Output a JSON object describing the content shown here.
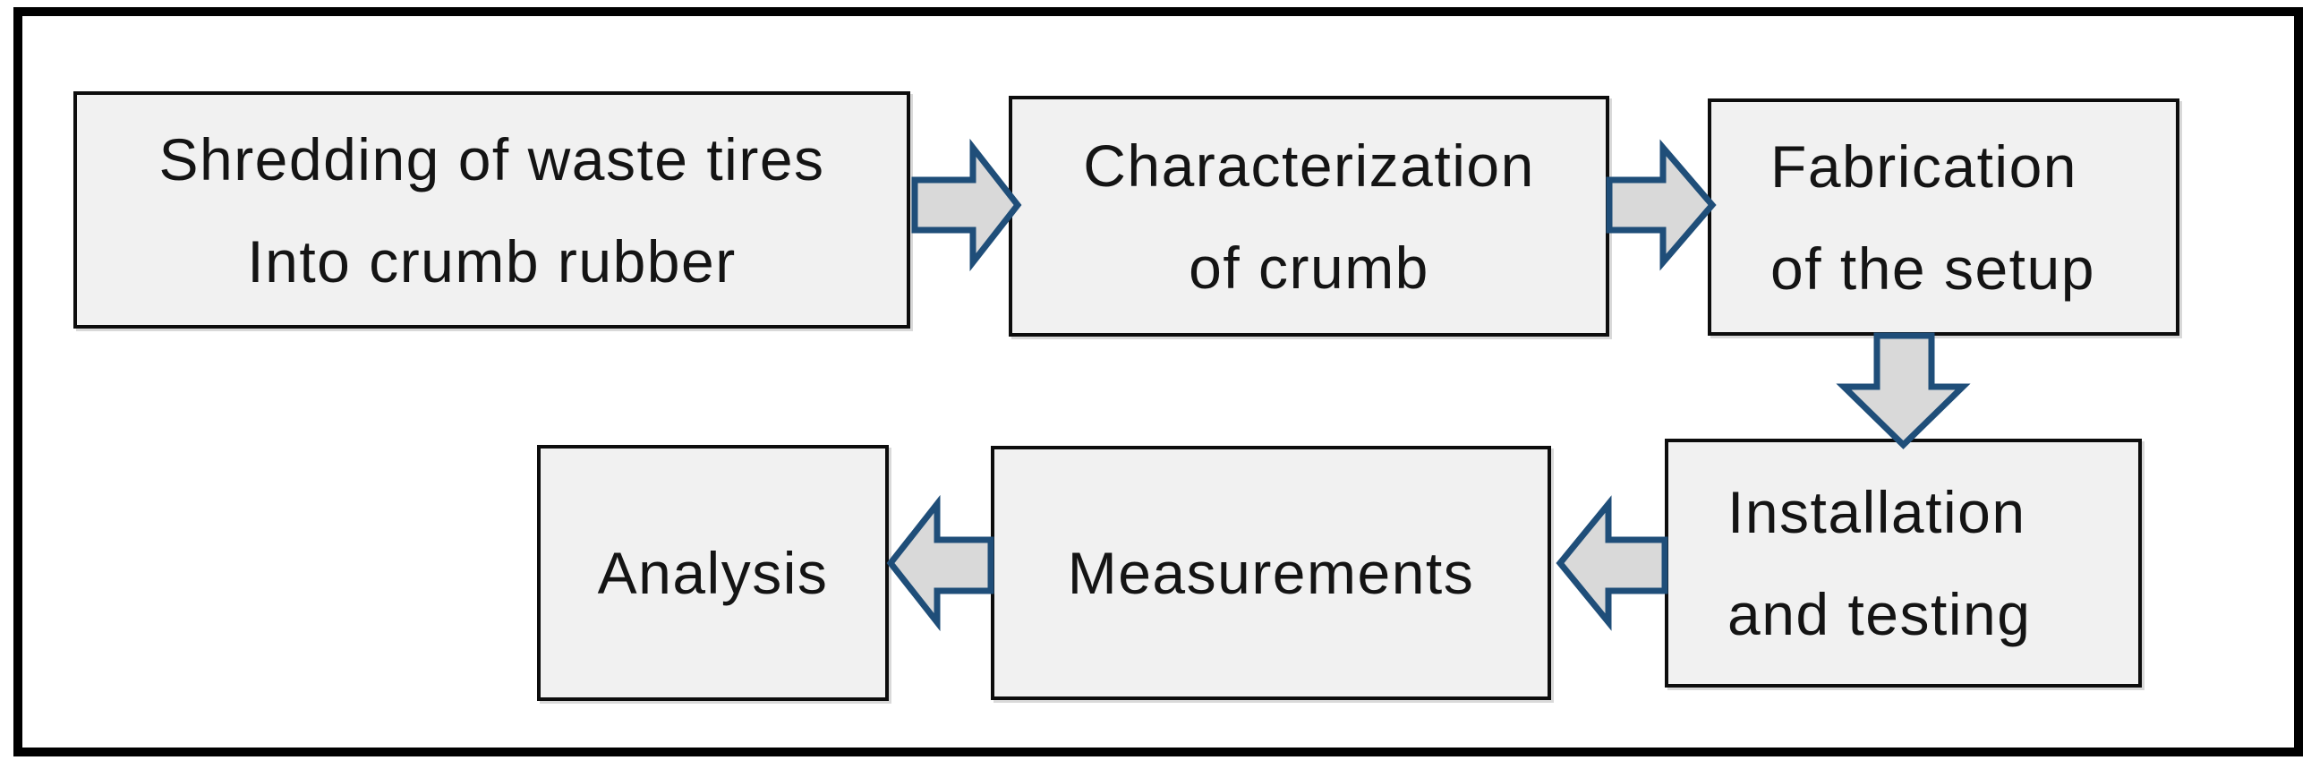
{
  "diagram": {
    "type": "flowchart",
    "boxes": {
      "shredding": {
        "line1": "Shredding of waste tires",
        "line2": "Into crumb rubber"
      },
      "characterization": {
        "line1": "Characterization",
        "line2": "of crumb"
      },
      "fabrication": {
        "line1": "Fabrication",
        "line2": "of the setup"
      },
      "installation": {
        "line1": "Installation",
        "line2": "and testing"
      },
      "measurements": {
        "line1": "Measurements"
      },
      "analysis": {
        "line1": "Analysis"
      }
    },
    "flow": [
      {
        "from": "Shredding of waste tires Into crumb rubber",
        "to": "Characterization of crumb",
        "direction": "right"
      },
      {
        "from": "Characterization of crumb",
        "to": "Fabrication of the setup",
        "direction": "right"
      },
      {
        "from": "Fabrication of the setup",
        "to": "Installation and testing",
        "direction": "down"
      },
      {
        "from": "Installation and testing",
        "to": "Measurements",
        "direction": "left"
      },
      {
        "from": "Measurements",
        "to": "Analysis",
        "direction": "left"
      }
    ],
    "colors": {
      "box-fill": "#f1f1f1",
      "box-border": "#0d0d0d",
      "arrow-fill": "#d9d9d9",
      "arrow-border": "#1f4e79",
      "frame-border": "#000000",
      "text": "#141414",
      "background": "#ffffff"
    }
  }
}
